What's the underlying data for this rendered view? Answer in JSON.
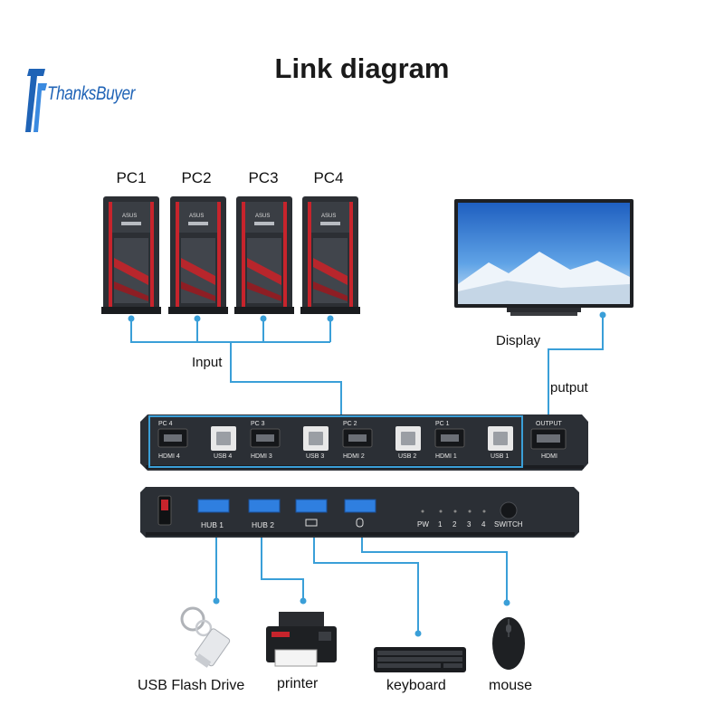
{
  "title": "Link diagram",
  "brand": "ThanksBuyer",
  "pcs": [
    {
      "label": "PC1",
      "badge": "ASUS"
    },
    {
      "label": "PC2",
      "badge": "ASUS"
    },
    {
      "label": "PC3",
      "badge": "ASUS"
    },
    {
      "label": "PC4",
      "badge": "ASUS"
    }
  ],
  "labels": {
    "input": "Input",
    "display": "Display",
    "output": "putput"
  },
  "switch_back": {
    "ports": [
      {
        "top": "PC 4",
        "hdmi": "HDMI 4",
        "usb": "USB 4"
      },
      {
        "top": "PC 3",
        "hdmi": "HDMI 3",
        "usb": "USB 3"
      },
      {
        "top": "PC 2",
        "hdmi": "HDMI 2",
        "usb": "USB 2"
      },
      {
        "top": "PC 1",
        "hdmi": "HDMI 1",
        "usb": "USB 1"
      }
    ],
    "output_top": "OUTPUT",
    "output_bottom": "HDMI"
  },
  "switch_front": {
    "hub1": "HUB 1",
    "hub2": "HUB 2",
    "leds": [
      "PW",
      "1",
      "2",
      "3",
      "4"
    ],
    "switch_label": "SWITCH"
  },
  "peripherals": [
    {
      "label": "USB Flash Drive"
    },
    {
      "label": "printer"
    },
    {
      "label": "keyboard"
    },
    {
      "label": "mouse"
    }
  ],
  "colors": {
    "connector_line": "#3a9fd8",
    "device_body": "#2b2f35",
    "port_blue": "#2f7fe0",
    "brand_blue": "#1f63b6"
  }
}
